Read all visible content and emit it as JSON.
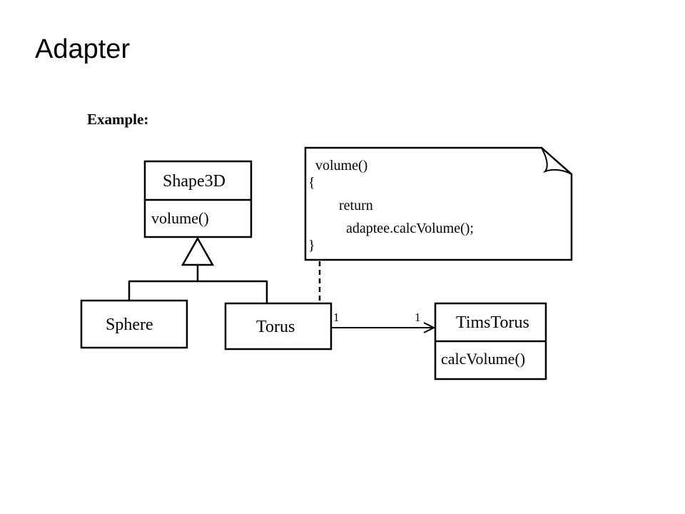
{
  "slide": {
    "title": "Adapter",
    "subtitle": "Example:"
  },
  "classes": {
    "shape3d": {
      "name": "Shape3D",
      "method": "volume()"
    },
    "sphere": {
      "name": "Sphere"
    },
    "torus": {
      "name": "Torus"
    },
    "timstorus": {
      "name": "TimsTorus",
      "method": "calcVolume()"
    }
  },
  "note": {
    "lines": [
      "volume()",
      "{",
      "return",
      "adaptee.calcVolume();",
      "}"
    ]
  },
  "association": {
    "source_multiplicity": "1",
    "target_multiplicity": "1"
  }
}
